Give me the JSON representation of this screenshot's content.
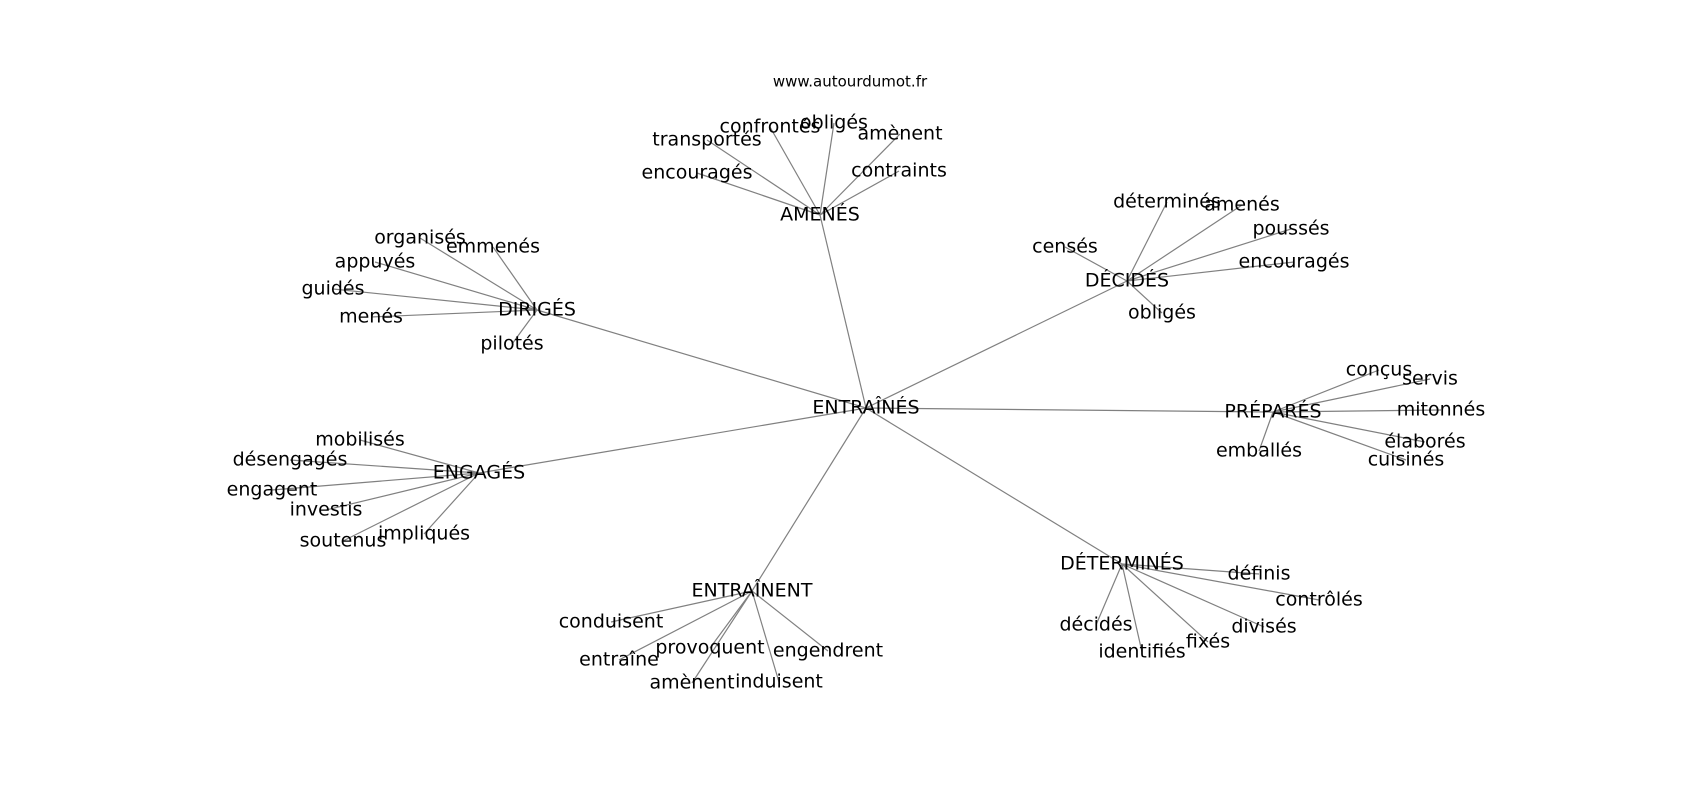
{
  "source": "www.autourdumot.fr",
  "center": "ENTRAÎNÉS",
  "clusters": [
    {
      "label": "AMENÉS",
      "leaves": [
        "transportés",
        "confrontés",
        "obligés",
        "amènent",
        "encouragés",
        "contraints"
      ]
    },
    {
      "label": "DIRIGÉS",
      "leaves": [
        "organisés",
        "emmenés",
        "appuyés",
        "guidés",
        "menés",
        "pilotés"
      ]
    },
    {
      "label": "DÉCIDÉS",
      "leaves": [
        "déterminés",
        "amenés",
        "poussés",
        "censés",
        "encouragés",
        "obligés"
      ]
    },
    {
      "label": "PRÉPARÉS",
      "leaves": [
        "conçus",
        "servis",
        "mitonnés",
        "élaborés",
        "emballés",
        "cuisinés"
      ]
    },
    {
      "label": "ENGAGÉS",
      "leaves": [
        "mobilisés",
        "désengagés",
        "engagent",
        "investis",
        "impliqués",
        "soutenus"
      ]
    },
    {
      "label": "ENTRAÎNENT",
      "leaves": [
        "conduisent",
        "entraîne",
        "provoquent",
        "engendrent",
        "amènent",
        "induisent"
      ]
    },
    {
      "label": "DÉTERMINÉS",
      "leaves": [
        "définis",
        "contrôlés",
        "divisés",
        "fixés",
        "décidés",
        "identifiés"
      ]
    }
  ]
}
